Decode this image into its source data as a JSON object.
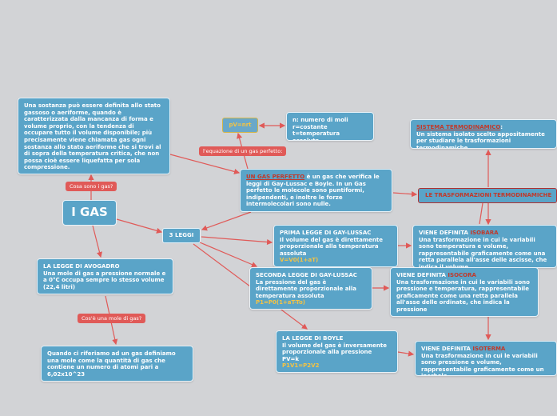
{
  "title": "I GAS",
  "nodes": {
    "sostanza": "Una sostanza può essere definita allo stato gassoso o aeriforme, quando è caratterizzata dalla mancanza di forma e volume proprio, con la tendenza di occupare tutto il volume disponibile; più precisamente viene chiamata gas ogni sostanza allo stato aeriforme che si trovi al di sopra della temperatura critica, che non possa cioè essere liquefatta per sola compressione.",
    "pvnrt": "pV=nrt",
    "n_moli": {
      "l1": "n: numero di moli",
      "l2": "r=costante",
      "l3": "t=temperatura assoluta"
    },
    "gas_perfetto": {
      "head": "UN GAS PERFETTO",
      "rest": " è un gas che verifica le leggi di Gay-Lussac e Boyle. In un Gas perfetto le molecole sono puntiformi, indipendenti, e inoltre le forze intermolecolari sono nulle."
    },
    "sistema": {
      "head": "SISTEMA TERMODINAMICO",
      "colon": ":",
      "rest": "Un sistema isolato scelto appositamente per studiare le trasformazioni termodinamiche"
    },
    "trasformazioni": "LE TRASFORMAZIONI TERMODINAMICHE",
    "tre_leggi": "3 LEGGI",
    "avogadro": {
      "head": "LA LEGGE DI AVOGADRO",
      "rest": "Una mole di gas a pressione normale e a 0°C occupa sempre lo stesso volume (22,4 litri)"
    },
    "mole_def": "Quando ci riferiamo ad un gas definiamo una mole come la quantità di gas che contiene un numero di atomi pari a 6,02x10^23",
    "prima": {
      "head": "PRIMA LEGGE DI GAY-LUSSAC",
      "rest": "Il volume del gas è direttamente proporzionale alla temperatura assoluta",
      "formula": "V=V0(1+aT)"
    },
    "seconda": {
      "head": "SECONDA LEGGE DI GAY-LUSSAC",
      "rest": "La pressione del gas è direttamente proporzionale alla temperatura assoluta",
      "formula": "P1=P0(1+aT-To)"
    },
    "boyle": {
      "head": "LA LEGGE DI BOYLE",
      "rest": "Il volume del gas è inversamente proporzionale alla pressione",
      "l3": "PV=k",
      "formula": "P1V1=P2V2"
    },
    "isobara": {
      "pre": "VIENE DEFINITA ",
      "key": "ISOBARA",
      "rest": "Una trasformazione in cui le variabili sono temperatura e volume, rappresentabile graficamente come una retta parallela all'asse delle ascisse, che indica il volume"
    },
    "isocora": {
      "pre": "VIENE DEFINITA ",
      "key": "ISOCORA",
      "rest": "Una trasformazione in cui le variabili sono pressione e temperatura, rappresentabile graficamente come una retta parallela all'asse delle ordinate, che indica la pressione"
    },
    "isoterma": {
      "pre": "VIENE DEFINITA ",
      "key": "ISOTERMA",
      "rest": "Una trasformazione in cui le variabili sono pressione e volume, rappresentabile graficamente come un iperbole"
    }
  },
  "labels": {
    "cosa_sono": "Cosa sono i gas?",
    "equazione": "l'equazione di un gas perfetto:",
    "cose_mole": "Cos'è una mole di gas?"
  },
  "colors": {
    "background": "#d2d3d6",
    "node": "#5aa4c8",
    "label": "#e05a58",
    "line": "#e05a58",
    "accent": "#c0392b",
    "formula": "#f5c343"
  }
}
